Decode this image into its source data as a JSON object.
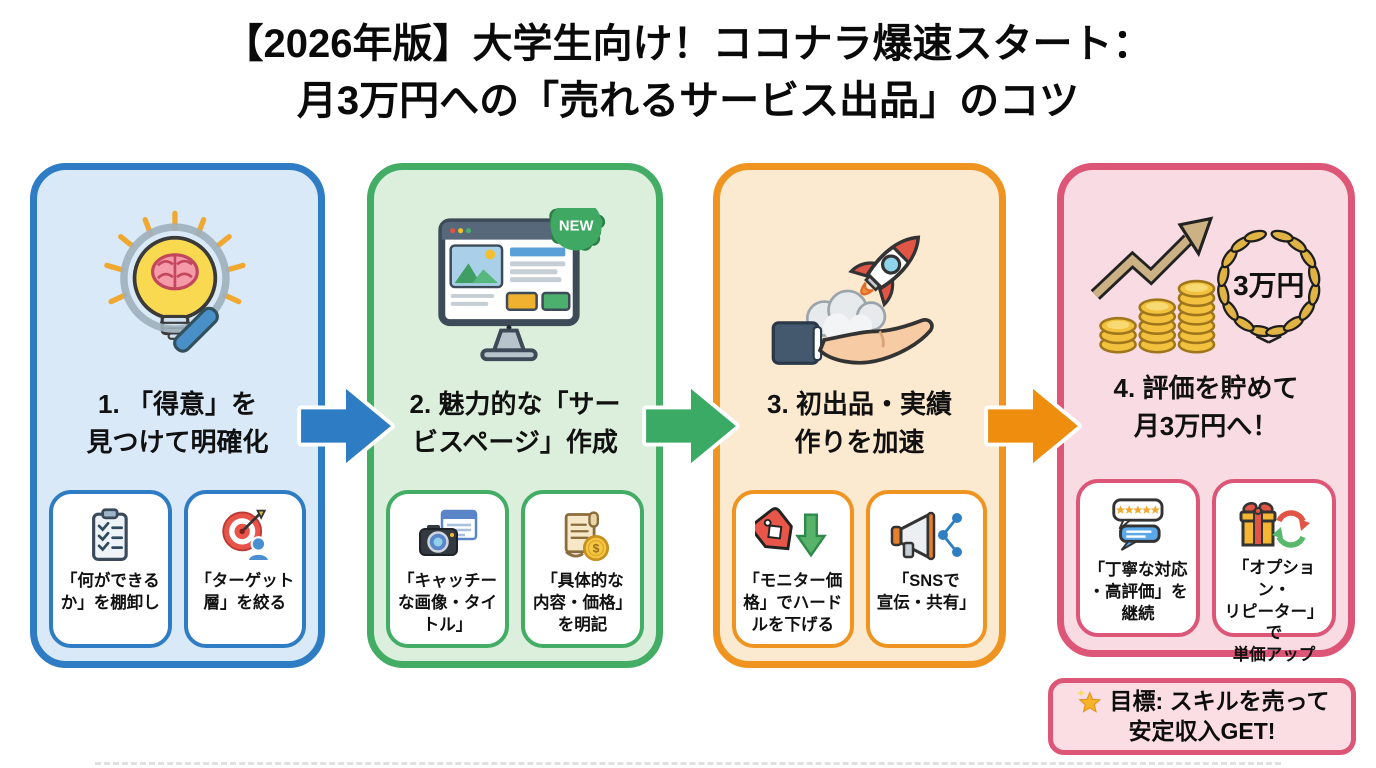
{
  "title": {
    "line1": "【2026年版】大学生向け！ココナラ爆速スタート：",
    "line2": "月3万円への「売れるサービス出品」のコツ"
  },
  "steps": [
    {
      "label": "1. 「得意」を\n見つけて明確化",
      "accent": "#2e7cc3",
      "bg": "#d9e9f8",
      "icon": "lightbulb-brain-magnifier-icon",
      "tips": [
        {
          "icon": "checklist-clipboard-icon",
          "label": "「何ができる\nか」を棚卸し"
        },
        {
          "icon": "target-audience-icon",
          "label": "「ターゲット\n層」を絞る"
        }
      ]
    },
    {
      "label": "2. 魅力的な「サー\nビスページ」作成",
      "accent": "#43ad66",
      "bg": "#dcefdc",
      "icon": "service-page-monitor-icon",
      "badge": "NEW",
      "tips": [
        {
          "icon": "camera-image-icon",
          "label": "「キャッチー\nな画像・タイ\nトル」"
        },
        {
          "icon": "scroll-price-icon",
          "coin_symbol": "$",
          "label": "「具体的な\n内容・価格」\nを明記"
        }
      ]
    },
    {
      "label": "3. 初出品・実績\n作りを加速",
      "accent": "#ef9421",
      "bg": "#fbe9d0",
      "icon": "rocket-launch-hand-icon",
      "tips": [
        {
          "icon": "price-tag-down-arrow-icon",
          "label": "「モニター価\n格」でハード\nルを下げる"
        },
        {
          "icon": "megaphone-share-icon",
          "label": "「SNSで\n宣伝・共有」"
        }
      ]
    },
    {
      "label": "4. 評価を貯めて\n月3万円へ！",
      "accent": "#dd5577",
      "bg": "#f9dce3",
      "icon": "coins-growth-wreath-icon",
      "wreath_label": "3万円",
      "tips": [
        {
          "icon": "five-star-review-icon",
          "label": "「丁寧な対応\n・高評価」を\n継続"
        },
        {
          "icon": "gift-repeat-icon",
          "label": "「オプション・\nリピーター」で\n単価アップ"
        }
      ]
    }
  ],
  "arrows": [
    {
      "color": "#2e7cc3"
    },
    {
      "color": "#3aaa64"
    },
    {
      "color": "#ee8d0e"
    }
  ],
  "goal": {
    "icon": "glowing-star-icon",
    "line1": "目標: スキルを売って",
    "line2": "安定収入GET!",
    "accent": "#dd5577",
    "bg": "#fbdde4"
  }
}
